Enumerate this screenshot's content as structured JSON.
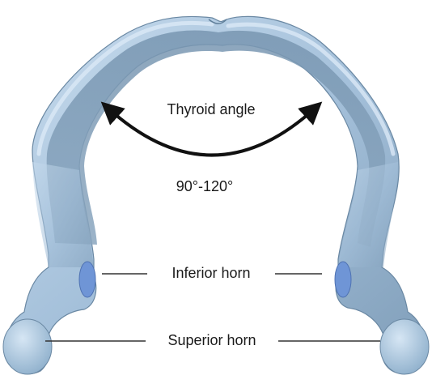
{
  "labels": {
    "thyroid_angle": "Thyroid angle",
    "angle_range": "90°-120°",
    "inferior_horn": "Inferior horn",
    "superior_horn": "Superior horn"
  },
  "colors": {
    "cartilage_outer": "#a9c6e0",
    "cartilage_inner": "#7e9bb5",
    "cartilage_shadow": "#5f7e99",
    "cartilage_highlight": "#d2e3f2",
    "facet": "#6f95d6",
    "arrow": "#111111",
    "leader_line": "#333333",
    "background": "#ffffff"
  }
}
